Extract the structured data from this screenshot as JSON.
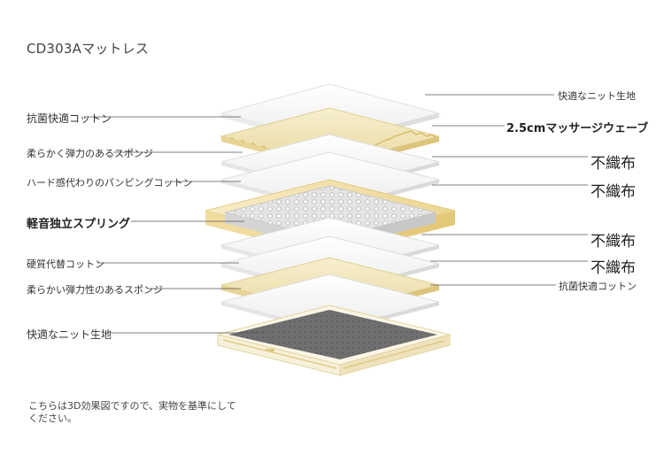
{
  "title": "CD303Aマットレス",
  "labels_left": [
    "抗菌快適コットン",
    "柔らかく弾力のあるスポンジ",
    "ハード感代わりのパンピングコットン",
    "軽音独立スプリング",
    "硬質代替コットン",
    "柔らかい弾力性のあるスポンジ",
    "快適なニット生地"
  ],
  "labels_right": [
    "快適なニット生地",
    "2.5cmマッサージウェーブ",
    "不織布",
    "不織布",
    "不織布",
    "不織布",
    "抗菌快適コットン"
  ],
  "note": "こちらは3D効果図ですので、実物を基準にしてください。",
  "colors": {
    "sponge": "#f1e6b8",
    "frame": "#f5e4b0",
    "cotton": "#f4f4f4",
    "spring": "#d9d9d9",
    "line": "#555555"
  }
}
